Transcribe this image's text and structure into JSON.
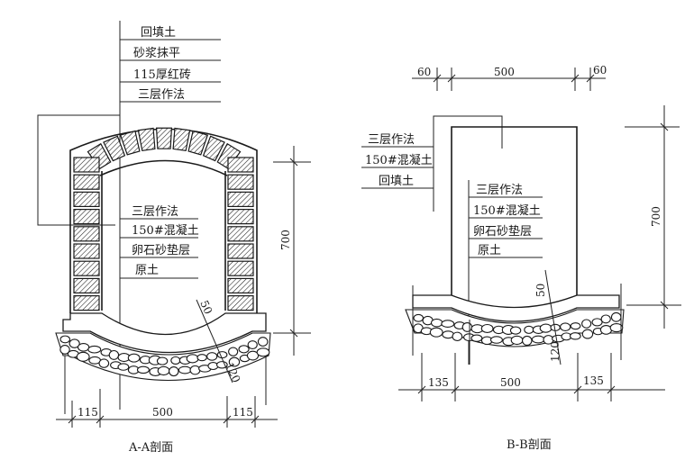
{
  "section_aa": {
    "caption": "A-A剖面",
    "top_callout": [
      "回填土",
      "砂浆抹平",
      "115厚红砖",
      "三层作法"
    ],
    "inner_callout": [
      "三层作法",
      "150#混凝土",
      "卵石砂垫层",
      "原土"
    ],
    "dim_height": "700",
    "dim_bottom": [
      "115",
      "500",
      "115"
    ],
    "dim_mortar": "50",
    "dim_gravel": "120"
  },
  "section_bb": {
    "caption": "B-B剖面",
    "dim_top": [
      "60",
      "500",
      "60"
    ],
    "left_callout": [
      "三层作法",
      "150#混凝土",
      "回填土"
    ],
    "inner_callout": [
      "三层作法",
      "150#混凝土",
      "卵石砂垫层",
      "原土"
    ],
    "dim_height": "700",
    "dim_bottom": [
      "135",
      "500",
      "135"
    ],
    "dim_mortar": "50",
    "dim_gravel": "120"
  },
  "colors": {
    "ink": "#1a1a1a",
    "paper": "#ffffff"
  }
}
